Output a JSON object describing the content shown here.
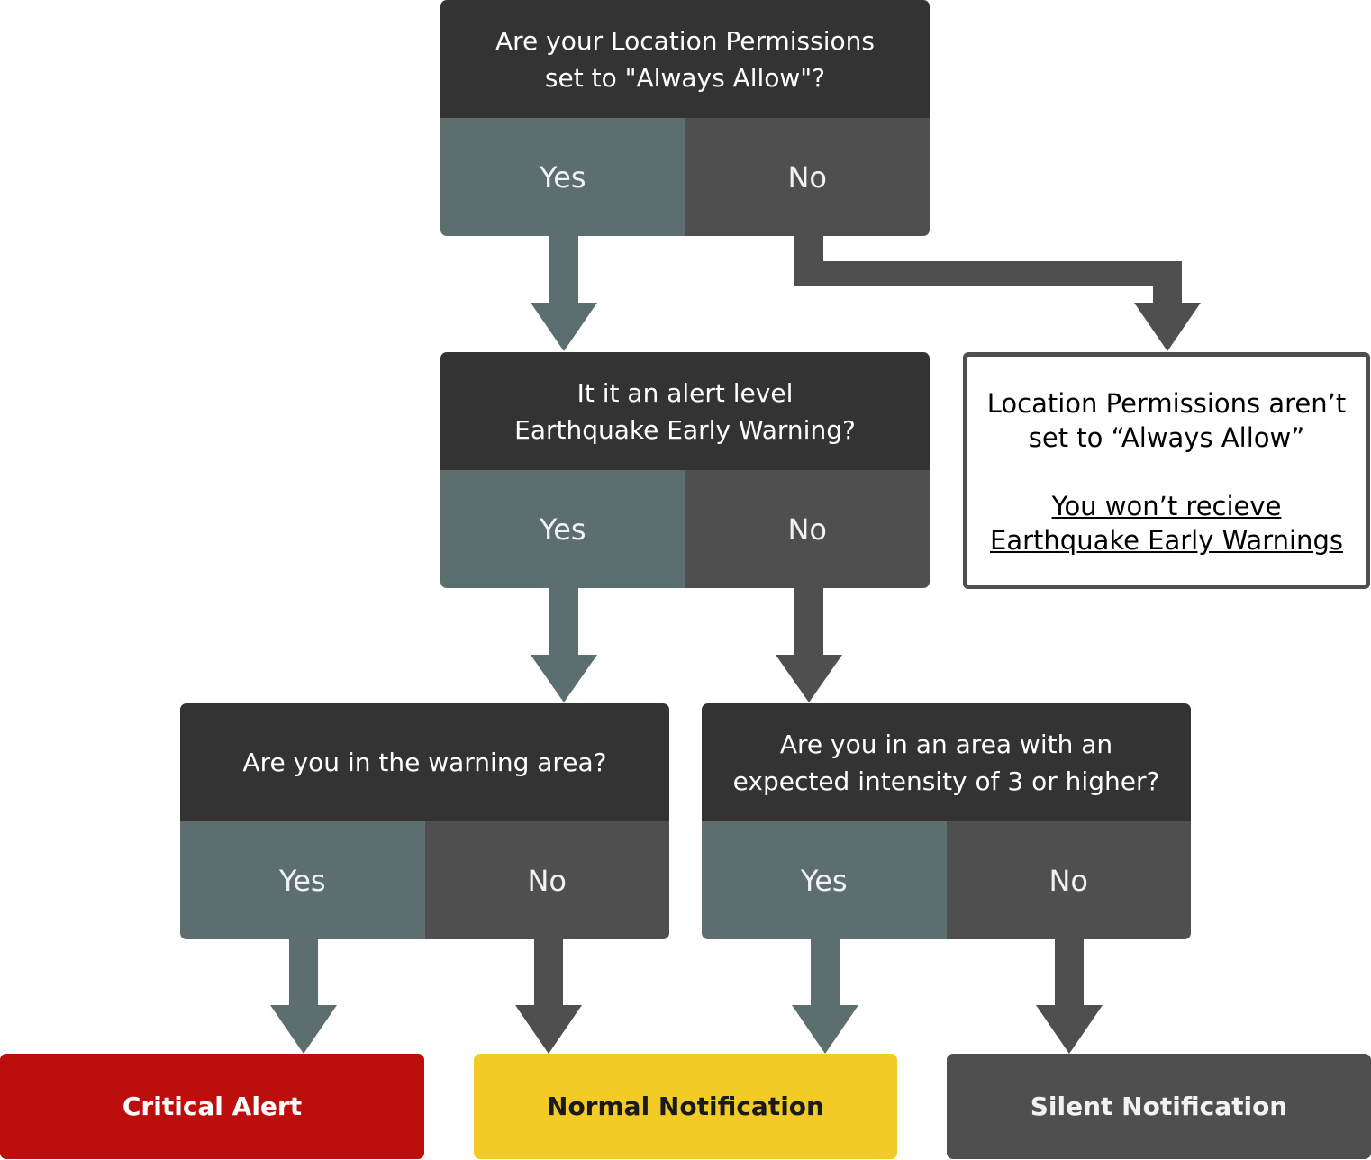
{
  "colors": {
    "header": "#333333",
    "yes": "#5c6e6f",
    "no": "#4f4f4f",
    "critical": "#bd0e0e",
    "normal": "#f2cb27",
    "silent": "#4f4f4f"
  },
  "q1": {
    "line1": "Are your Location Permissions",
    "line2": "set to \"Always Allow\"?",
    "yes": "Yes",
    "no": "No"
  },
  "q2": {
    "line1": "It it an alert level",
    "line2": "Earthquake Early Warning?",
    "yes": "Yes",
    "no": "No"
  },
  "q3": {
    "line1": "Are you in the warning area?",
    "yes": "Yes",
    "no": "No"
  },
  "q4": {
    "line1": "Are you in an area with an",
    "line2": "expected intensity of 3 or higher?",
    "yes": "Yes",
    "no": "No"
  },
  "info": {
    "line1": "Location Permissions aren’t",
    "line2": "set to “Always Allow”",
    "line3": "You won’t recieve",
    "line4": "Earthquake Early Warnings"
  },
  "outcomes": {
    "critical": "Critical Alert",
    "normal": "Normal Notification",
    "silent": "Silent Notification"
  }
}
